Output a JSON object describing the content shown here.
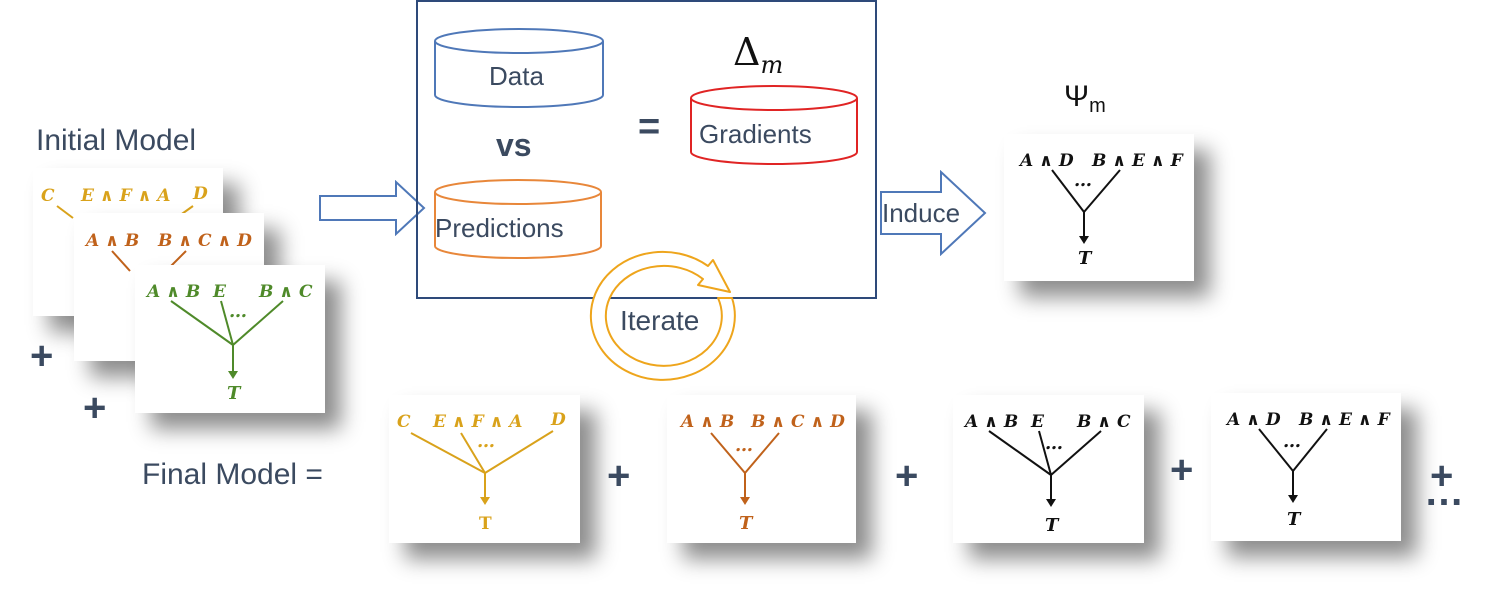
{
  "labels": {
    "initial_model": "Initial Model",
    "final_model": "Final Model =",
    "vs": "vs",
    "equals": "=",
    "delta": "Δ",
    "delta_sub": "m",
    "psi": "Ψ",
    "psi_sub": "m",
    "induce": "Induce",
    "iterate": "Iterate",
    "plus": "+",
    "ellipsis": "…"
  },
  "stores": {
    "data": "Data",
    "predictions": "Predictions",
    "gradients": "Gradients"
  },
  "trees": {
    "t1": {
      "left": "C",
      "mid": "E ∧ F ∧ A",
      "right": "D",
      "dots": "…",
      "target": "T"
    },
    "t2": {
      "left": "A ∧ B",
      "mid": "B ∧ C ∧ D",
      "dots": "…",
      "target": "T"
    },
    "t3": {
      "left": "A ∧ B",
      "mid": "E",
      "right": "B ∧ C",
      "dots": "…",
      "target": "T"
    },
    "t4": {
      "left": "A ∧ D",
      "mid": "B ∧ E ∧ F",
      "dots": "…",
      "target": "T"
    }
  },
  "colors": {
    "gold": "#d9a21b",
    "brown": "#c0621b",
    "green": "#4f8a2a",
    "black": "#111111",
    "data_blue": "#4f78b8",
    "pred_orange": "#e8873a",
    "grad_red": "#e02424",
    "text_slate": "#3b4a60",
    "frame_navy": "#2e4a7a"
  }
}
